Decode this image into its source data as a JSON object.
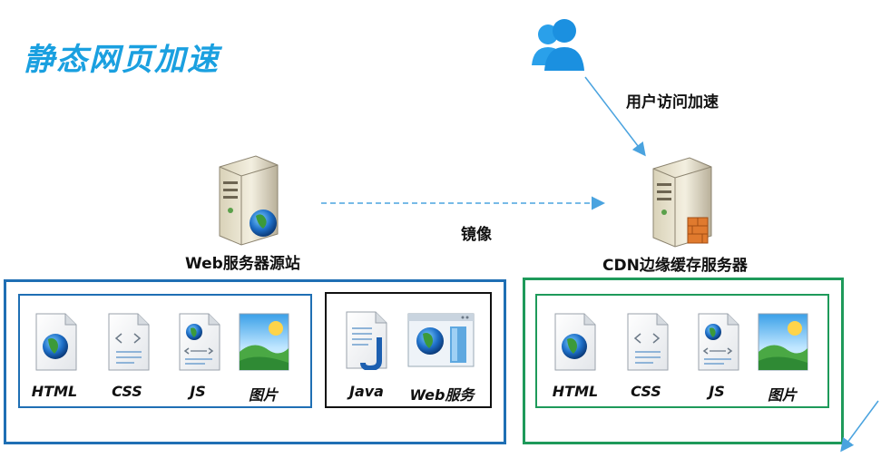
{
  "title": "静态网页加速",
  "user_access_label": "用户访问加速",
  "mirror_label": "镜像",
  "origin": {
    "label": "Web服务器源站",
    "static_items": [
      {
        "label": "HTML",
        "icon": "html-globe-icon"
      },
      {
        "label": "CSS",
        "icon": "css-file-icon"
      },
      {
        "label": "JS",
        "icon": "js-file-icon"
      },
      {
        "label": "图片",
        "icon": "image-icon"
      }
    ],
    "dynamic_items": [
      {
        "label": "Java",
        "icon": "java-file-icon"
      },
      {
        "label": "Web服务",
        "icon": "web-window-icon"
      }
    ]
  },
  "cdn": {
    "label": "CDN边缘缓存服务器",
    "static_items": [
      {
        "label": "HTML",
        "icon": "html-globe-icon"
      },
      {
        "label": "CSS",
        "icon": "css-file-icon"
      },
      {
        "label": "JS",
        "icon": "js-file-icon"
      },
      {
        "label": "图片",
        "icon": "image-icon"
      }
    ]
  },
  "colors": {
    "title": "#1aa0e0",
    "origin_outer_border": "#1f6fb4",
    "origin_inner_border": "#1f6fb4",
    "dynamic_border": "#111111",
    "cdn_border": "#1e9a5a",
    "arrow": "#4aa3df"
  }
}
